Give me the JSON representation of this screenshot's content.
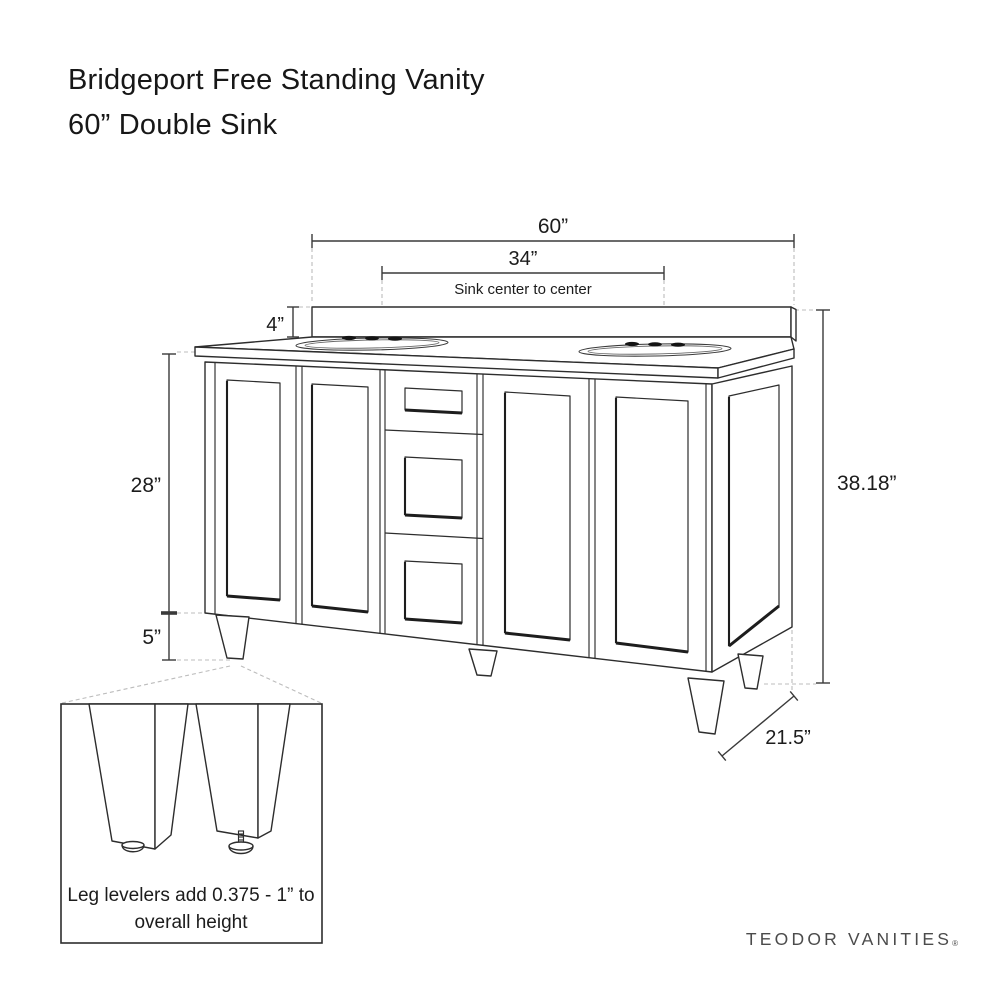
{
  "title": {
    "line1": "Bridgeport Free Standing Vanity",
    "line2": "60” Double Sink"
  },
  "dimensions": {
    "overall_width": "60”",
    "sink_center_to_center": "34”",
    "sink_center_note": "Sink center to center",
    "backsplash_height": "4”",
    "cabinet_height": "28”",
    "leg_height": "5”",
    "overall_height": "38.18”",
    "depth": "21.5”"
  },
  "inset": {
    "caption_line1": "Leg levelers add 0.375 - 1” to",
    "caption_line2": "overall height"
  },
  "brand": {
    "name": "TEODOR VANITIES",
    "registered": "®"
  },
  "colors": {
    "background": "#ffffff",
    "line": "#2d2d2d",
    "dimension": "#3a3a3a",
    "dashed": "#bcbcbc",
    "text": "#1c1c1c",
    "logo": "#4b4b4b"
  }
}
